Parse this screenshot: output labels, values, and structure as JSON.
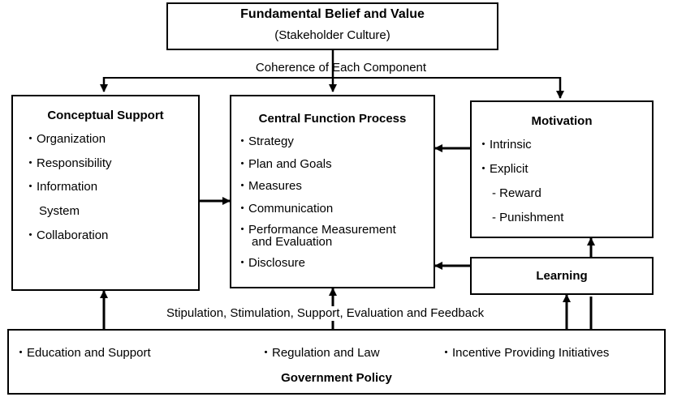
{
  "top": {
    "title": "Fundamental Belief and Value",
    "subtitle": "(Stakeholder Culture)"
  },
  "coherence_label": "Coherence of Each Component",
  "conceptual": {
    "title": "Conceptual Support",
    "items": [
      "・Organization",
      "・Responsibility",
      "・Information",
      "System",
      "・Collaboration"
    ]
  },
  "central": {
    "title": "Central Function Process",
    "items": [
      "・Strategy",
      "・Plan and Goals",
      "・Measures",
      "・Communication",
      "・Performance Measurement",
      "and Evaluation",
      "・Disclosure"
    ]
  },
  "motivation": {
    "title": "Motivation",
    "items": [
      "・Intrinsic",
      "・Explicit",
      "- Reward",
      "- Punishment"
    ]
  },
  "learning": {
    "title": "Learning"
  },
  "stipulation_label": "Stipulation, Stimulation, Support, Evaluation and Feedback",
  "government": {
    "items": [
      "・Education and Support",
      "・Regulation and Law",
      "・Incentive Providing Initiatives"
    ],
    "title": "Government Policy"
  }
}
